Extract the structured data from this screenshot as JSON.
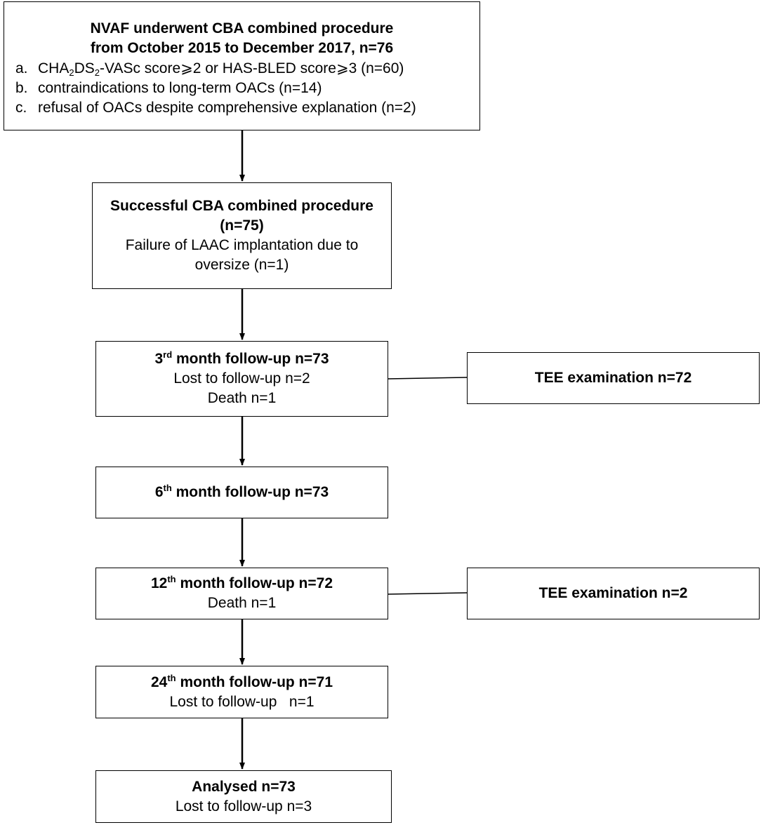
{
  "box1": {
    "title_line1": "NVAF underwent CBA combined procedure",
    "title_line2": "from October 2015 to December 2017, n=76",
    "criteria": [
      {
        "label": "a.",
        "pre": "CHA",
        "sub1": "2",
        "mid": "DS",
        "sub2": "2",
        "post": "-VASc score⩾2 or HAS-BLED score⩾3 (n=60)"
      },
      {
        "label": "b.",
        "text": "contraindications to long-term OACs (n=14)"
      },
      {
        "label": "c.",
        "text": "refusal of OACs despite comprehensive explanation (n=2)"
      }
    ]
  },
  "box2": {
    "title_line1": "Successful CBA combined procedure",
    "title_line2": "(n=75)",
    "detail_line1": "Failure of LAAC implantation due to",
    "detail_line2": "oversize (n=1)"
  },
  "box3": {
    "title_num": "3",
    "title_sup": "rd",
    "title_rest": " month follow-up n=73",
    "detail_line1": "Lost to follow-up n=2",
    "detail_line2": "Death n=1"
  },
  "side1": {
    "label": "TEE examination n=72"
  },
  "box4": {
    "title_num": "6",
    "title_sup": "th",
    "title_rest": " month follow-up n=73"
  },
  "box5": {
    "title_num": "12",
    "title_sup": "th",
    "title_rest": " month follow-up n=72",
    "detail_line1": "Death n=1"
  },
  "side2": {
    "label": "TEE examination n=2"
  },
  "box6": {
    "title_num": "24",
    "title_sup": "th",
    "title_rest": " month follow-up n=71",
    "detail_line1": "Lost to follow-up   n=1"
  },
  "box7": {
    "title": "Analysed n=73",
    "detail_line1": "Lost to follow-up n=3"
  }
}
